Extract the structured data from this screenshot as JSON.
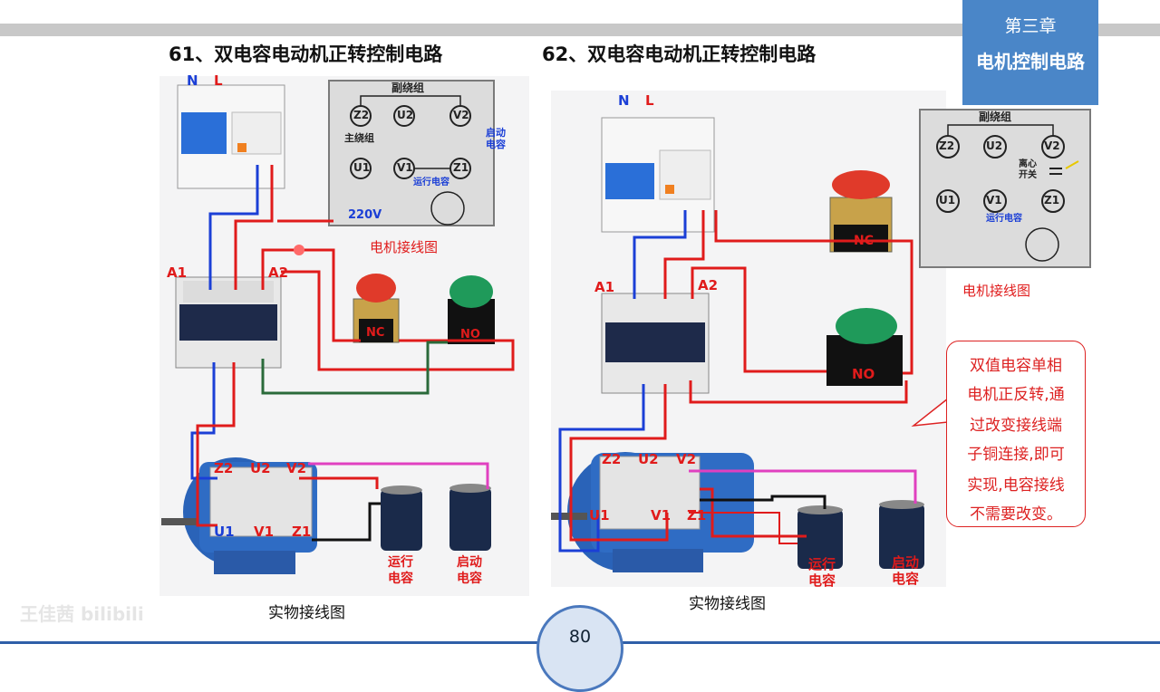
{
  "chapter": {
    "number": "第三章",
    "title": "电机控制电路"
  },
  "diagram61": {
    "title": "61、双电容电动机正转控制电路",
    "motor_wiring_caption": "电机接线图",
    "physical_caption": "实物接线图",
    "terminals": {
      "n": "N",
      "l": "L",
      "a1": "A1",
      "a2": "A2",
      "nc": "NC",
      "no": "NO"
    },
    "motor_terminals": {
      "z2": "Z2",
      "u2": "U2",
      "v2": "V2",
      "u1": "U1",
      "v1": "V1",
      "z1": "Z1"
    },
    "winding_diagram": {
      "aux_winding": "副绕组",
      "main_winding": "主绕组",
      "start_cap": "启动\n电容",
      "run_cap": "运行电容",
      "voltage": "220V"
    },
    "run_capacitor_label": "运行\n电容",
    "start_capacitor_label": "启动\n电容"
  },
  "diagram62": {
    "title": "62、双电容电动机正转控制电路",
    "motor_wiring_caption": "电机接线图",
    "physical_caption": "实物接线图",
    "terminals": {
      "n": "N",
      "l": "L",
      "a1": "A1",
      "a2": "A2",
      "nc": "NC",
      "no": "NO"
    },
    "motor_terminals": {
      "z2": "Z2",
      "u2": "U2",
      "v2": "V2",
      "u1": "U1",
      "v1": "V1",
      "z1": "Z1"
    },
    "winding_diagram": {
      "aux_winding": "副绕组",
      "centrifugal_switch": "离心\n开关",
      "run_cap": "运行电容"
    },
    "run_capacitor_label": "运行\n电容",
    "start_capacitor_label": "启动\n电容"
  },
  "note": {
    "lines": [
      "双值电容单相",
      "电机正反转,通",
      "过改变接线端",
      "子铜连接,即可",
      "实现,电容接线",
      "不需要改变。"
    ]
  },
  "page_number": "80",
  "watermark": "王佳茜 bilibili",
  "colors": {
    "accent": "#4a86c8",
    "wire_red": "#e01b1b",
    "wire_blue": "#1b3fd6",
    "wire_green": "#2a6a3a",
    "wire_pink": "#e040c0"
  }
}
